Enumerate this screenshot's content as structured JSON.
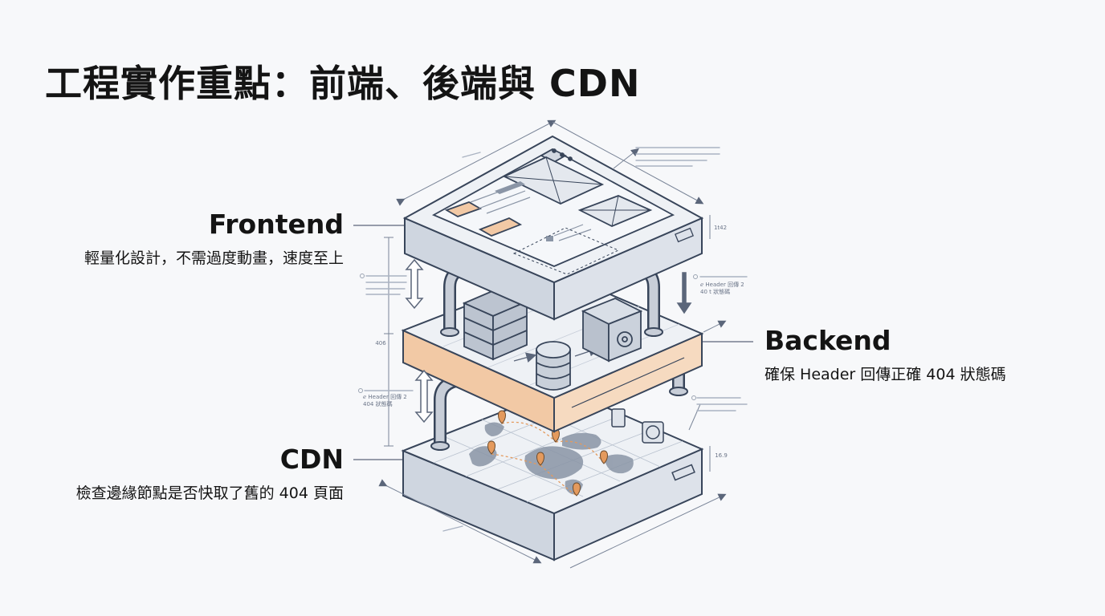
{
  "title": "工程實作重點：前端、後端與 CDN",
  "layers": {
    "frontend": {
      "name": "Frontend",
      "desc": "輕量化設計，不需過度動畫，速度至上"
    },
    "backend": {
      "name": "Backend",
      "desc": "確保 Header 回傳正確 404 狀態碼"
    },
    "cdn": {
      "name": "CDN",
      "desc": "檢查邊緣節點是否快取了舊的 404 頁面"
    }
  },
  "annotations": {
    "dimension_left": "406",
    "dimension_right_top": "1t42",
    "dimension_right_bottom": "16.9",
    "backend_note": [
      "ℯ Header 回傳 2",
      "40 t 狀態碼"
    ],
    "cdn_note": [
      "ℯ Header 回傳 2",
      "404 狀態碼"
    ]
  },
  "colors": {
    "accent": "#f2c9a5",
    "slab_top": "#eceff4",
    "slab_side": "#d5dbe4",
    "line": "#38455a",
    "pin": "#e49a5d"
  }
}
